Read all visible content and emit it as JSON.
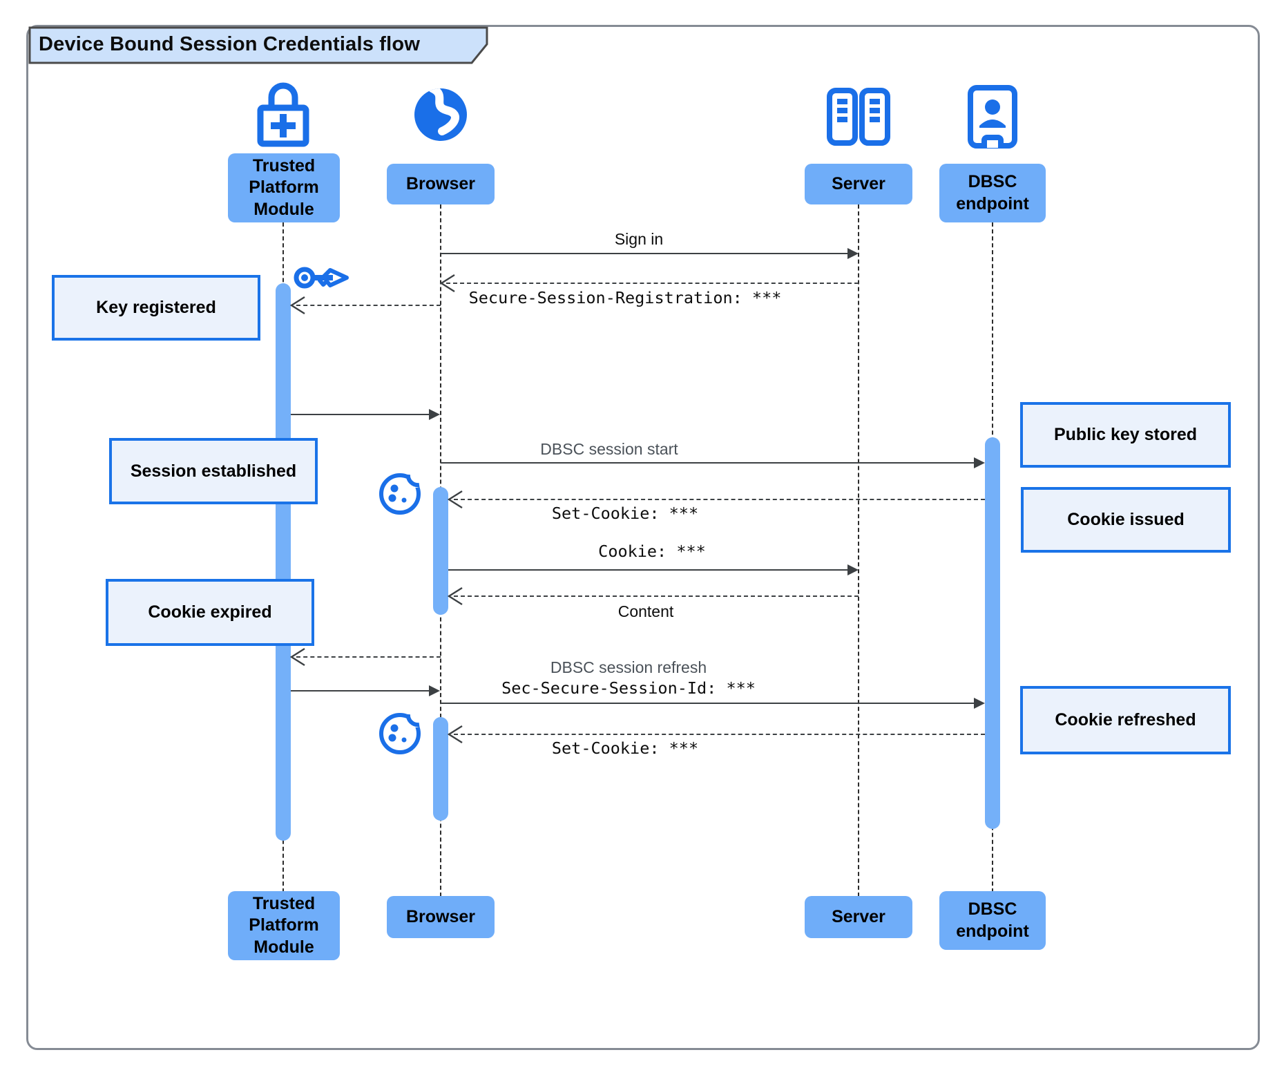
{
  "title": "Device Bound Session Credentials flow",
  "colors": {
    "accent": "#1a6fe8",
    "participant_fill": "#6fadf9",
    "bar_fill": "#74b0f9",
    "note_fill": "#ebf2fc",
    "note_border": "#1a73e8",
    "title_fill": "#cce1fb",
    "arrow": "#3c4043"
  },
  "participants": [
    {
      "id": "tpm",
      "label": "Trusted Platform Module",
      "icon": "lock-plus-icon"
    },
    {
      "id": "browser",
      "label": "Browser",
      "icon": "globe-icon"
    },
    {
      "id": "server",
      "label": "Server",
      "icon": "server-racks-icon"
    },
    {
      "id": "dbsc",
      "label": "DBSC endpoint",
      "icon": "person-door-icon"
    }
  ],
  "messages": [
    {
      "from": "Browser",
      "to": "Server",
      "label": "Sign in",
      "style": "solid"
    },
    {
      "from": "Server",
      "to": "Browser",
      "label": "Secure-Session-Registration: ***",
      "style": "dashed",
      "font": "mono"
    },
    {
      "from": "Browser",
      "to": "Trusted Platform Module",
      "label": "",
      "style": "dashed"
    },
    {
      "from": "Trusted Platform Module",
      "to": "Browser",
      "label": "",
      "style": "solid"
    },
    {
      "from": "Browser",
      "to": "DBSC endpoint",
      "label": "DBSC session start",
      "style": "solid"
    },
    {
      "from": "DBSC endpoint",
      "to": "Browser",
      "label": "Set-Cookie: ***",
      "style": "dashed",
      "font": "mono"
    },
    {
      "from": "Browser",
      "to": "Server",
      "label": "Cookie: ***",
      "style": "solid",
      "font": "mono"
    },
    {
      "from": "Server",
      "to": "Browser",
      "label": "Content",
      "style": "dashed"
    },
    {
      "from": "Browser",
      "to": "Trusted Platform Module",
      "label": "",
      "style": "dashed"
    },
    {
      "from": "Trusted Platform Module",
      "to": "Browser",
      "label": "",
      "style": "solid"
    },
    {
      "from": "Browser",
      "to": "DBSC endpoint",
      "label": "DBSC session refresh",
      "sublabel": "Sec-Secure-Session-Id: ***",
      "style": "solid"
    },
    {
      "from": "DBSC endpoint",
      "to": "Browser",
      "label": "Set-Cookie: ***",
      "style": "dashed",
      "font": "mono"
    }
  ],
  "notes": [
    {
      "side": "left",
      "label": "Key registered"
    },
    {
      "side": "left",
      "label": "Session established"
    },
    {
      "side": "right",
      "label": "Public key stored"
    },
    {
      "side": "right",
      "label": "Cookie issued"
    },
    {
      "side": "left",
      "label": "Cookie expired"
    },
    {
      "side": "right",
      "label": "Cookie refreshed"
    }
  ]
}
